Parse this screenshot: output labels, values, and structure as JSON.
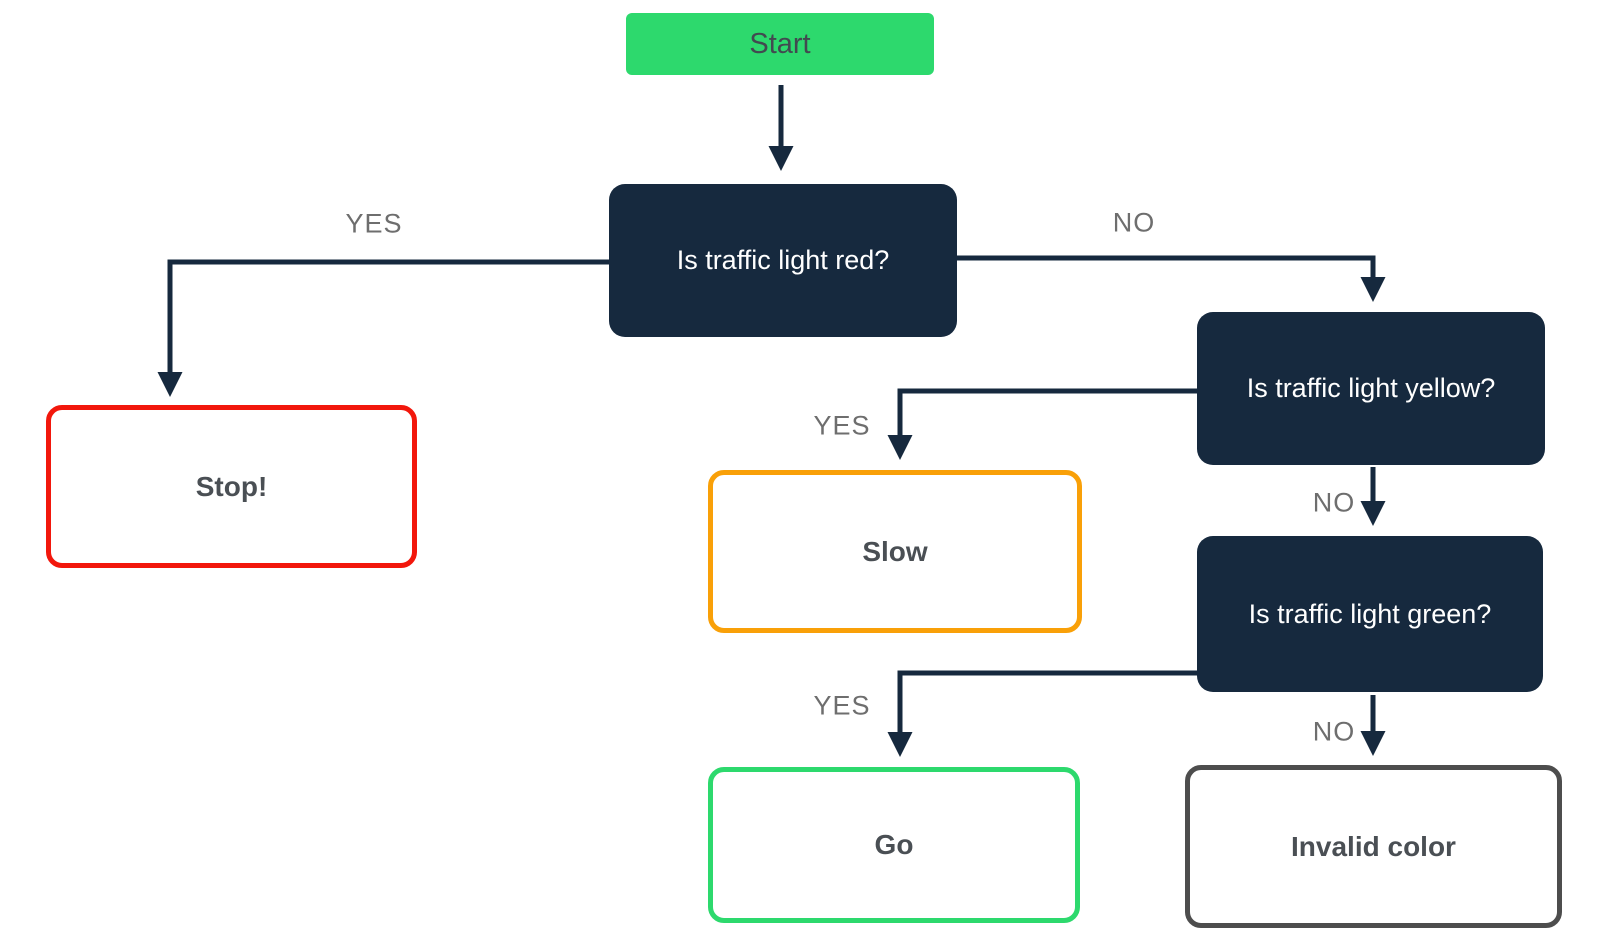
{
  "diagram": {
    "type": "flowchart",
    "nodes": {
      "start": {
        "label": "Start",
        "kind": "start",
        "fill": "#2dd96d",
        "text_color": "#424a50"
      },
      "q_red": {
        "label": "Is traffic light red?",
        "kind": "decision",
        "fill": "#16293e",
        "text_color": "#ffffff"
      },
      "stop": {
        "label": "Stop!",
        "kind": "result",
        "border": "#f2170c",
        "text_color": "#4a4f54"
      },
      "q_yellow": {
        "label": "Is traffic light yellow?",
        "kind": "decision",
        "fill": "#16293e",
        "text_color": "#ffffff"
      },
      "slow": {
        "label": "Slow",
        "kind": "result",
        "border": "#f9a008",
        "text_color": "#4a4f54"
      },
      "q_green": {
        "label": "Is traffic light green?",
        "kind": "decision",
        "fill": "#16293e",
        "text_color": "#ffffff"
      },
      "go": {
        "label": "Go",
        "kind": "result",
        "border": "#2dd96d",
        "text_color": "#4a4f54"
      },
      "invalid": {
        "label": "Invalid color",
        "kind": "result",
        "border": "#4d4d4d",
        "text_color": "#4a4f54"
      }
    },
    "edges": [
      {
        "from": "start",
        "to": "q_red",
        "label": ""
      },
      {
        "from": "q_red",
        "to": "stop",
        "label": "YES"
      },
      {
        "from": "q_red",
        "to": "q_yellow",
        "label": "NO"
      },
      {
        "from": "q_yellow",
        "to": "slow",
        "label": "YES"
      },
      {
        "from": "q_yellow",
        "to": "q_green",
        "label": "NO"
      },
      {
        "from": "q_green",
        "to": "go",
        "label": "YES"
      },
      {
        "from": "q_green",
        "to": "invalid",
        "label": "NO"
      }
    ],
    "colors": {
      "connector": "#16293e",
      "edge_label_text": "#6e6e6e",
      "background": "#ffffff"
    }
  }
}
